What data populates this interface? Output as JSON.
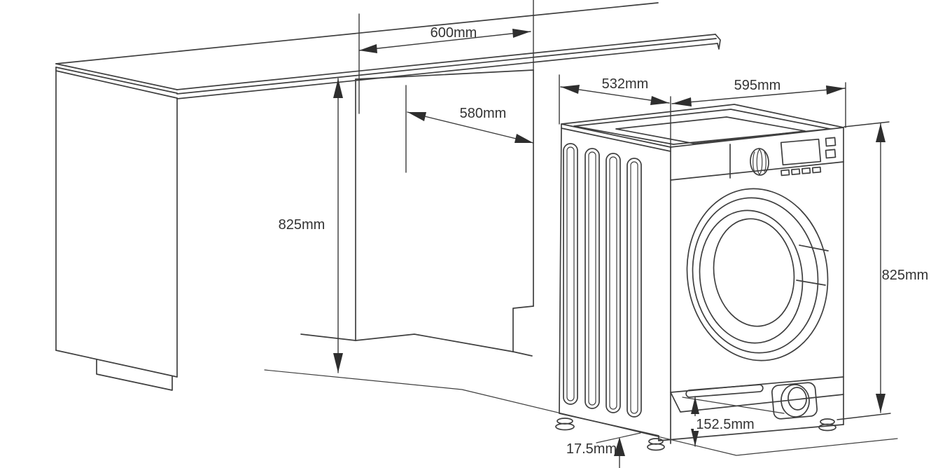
{
  "colors": {
    "background": "#ffffff",
    "line": "#3f3f3f",
    "text": "#333333",
    "arrow_fill": "#2e2e2e"
  },
  "diagram": {
    "counter_niche": {
      "opening_width_label": "600mm",
      "opening_depth_label": "580mm",
      "opening_height_label": "825mm"
    },
    "washing_machine": {
      "top_depth_label": "532mm",
      "top_width_label": "595mm",
      "height_label": "825mm",
      "service_panel_height_label": "152.5mm",
      "floor_clearance_label": "17.5mm"
    }
  }
}
